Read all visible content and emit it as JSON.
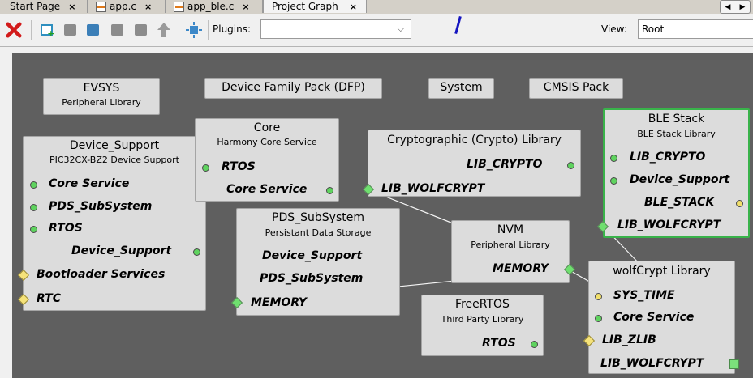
{
  "tabs": [
    {
      "label": "Start Page",
      "close": "×",
      "icon": null
    },
    {
      "label": "app.c",
      "close": "×",
      "icon": "c-file-icon"
    },
    {
      "label": "app_ble.c",
      "close": "×",
      "icon": "c-file-icon"
    },
    {
      "label": "Project Graph",
      "close": "×",
      "icon": null,
      "active": true
    }
  ],
  "tab_nav": {
    "prev": "◀",
    "next": "▶"
  },
  "toolbar": {
    "icons": [
      "delete-icon",
      "add-group-icon",
      "remove-icon",
      "import-icon",
      "export-icon",
      "disabled-icon",
      "move-up-icon",
      "auto-layout-icon"
    ],
    "plugins_label": "Plugins:",
    "plugins_value": "",
    "view_label": "View:",
    "view_value": "Root"
  },
  "nodes": {
    "evsys": {
      "title": "EVSYS",
      "subtitle": "Peripheral Library"
    },
    "dfp": {
      "title": "Device Family Pack (DFP)"
    },
    "system": {
      "title": "System"
    },
    "cmsis": {
      "title": "CMSIS Pack"
    },
    "device_support": {
      "title": "Device_Support",
      "subtitle": "PIC32CX-BZ2 Device Support",
      "ports": [
        "Core Service",
        "PDS_SubSystem",
        "RTOS",
        "Device_Support",
        "Bootloader Services",
        "RTC"
      ]
    },
    "core": {
      "title": "Core",
      "subtitle": "Harmony Core Service",
      "ports": [
        "RTOS",
        "Core Service"
      ]
    },
    "crypto": {
      "title": "Cryptographic (Crypto) Library",
      "ports": [
        "LIB_CRYPTO",
        "LIB_WOLFCRYPT"
      ]
    },
    "ble": {
      "title": "BLE Stack",
      "subtitle": "BLE Stack Library",
      "ports": [
        "LIB_CRYPTO",
        "Device_Support",
        "BLE_STACK",
        "LIB_WOLFCRYPT"
      ]
    },
    "pds": {
      "title": "PDS_SubSystem",
      "subtitle": "Persistant Data Storage",
      "ports": [
        "Device_Support",
        "PDS_SubSystem",
        "MEMORY"
      ]
    },
    "nvm": {
      "title": "NVM",
      "subtitle": "Peripheral Library",
      "ports": [
        "MEMORY"
      ]
    },
    "freertos": {
      "title": "FreeRTOS",
      "subtitle": "Third Party Library",
      "ports": [
        "RTOS"
      ]
    },
    "wolfcrypt": {
      "title": "wolfCrypt Library",
      "ports": [
        "SYS_TIME",
        "Core Service",
        "LIB_ZLIB",
        "LIB_WOLFCRYPT"
      ]
    }
  },
  "colors": {
    "graph_bg": "#5f5f5f",
    "node_bg": "#dcdcdc",
    "selected_border": "#39b34a",
    "port_green": "#5fd35f",
    "port_yellow": "#f1df6a"
  }
}
